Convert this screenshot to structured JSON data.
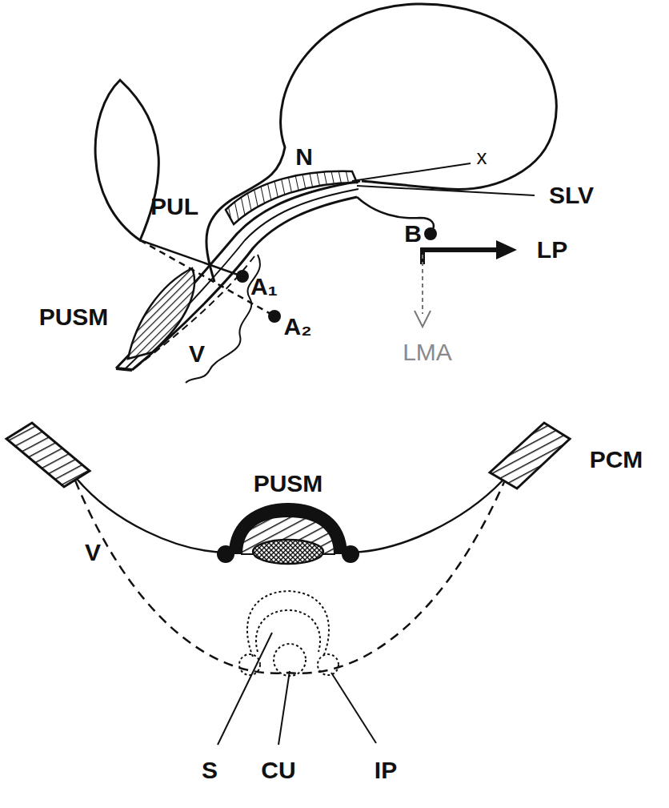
{
  "diagram": {
    "labels": [
      "N",
      "x",
      "SLV",
      "PUL",
      "A₁",
      "B",
      "LP",
      "PUSM",
      "A₂",
      "V",
      "LMA",
      "PCM",
      "PUSM",
      "V",
      "S",
      "CU",
      "IP"
    ]
  }
}
